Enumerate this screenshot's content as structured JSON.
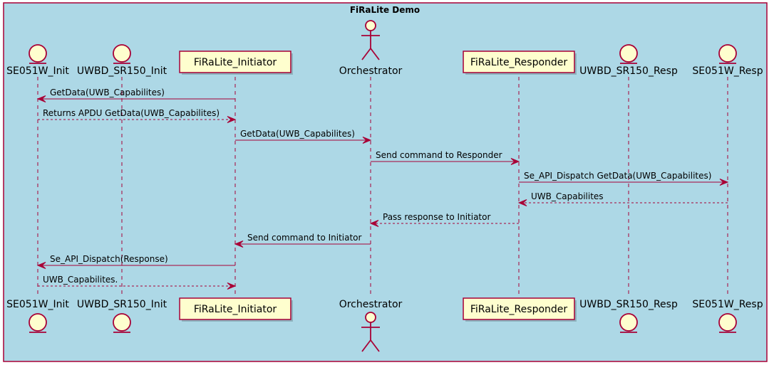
{
  "diagram": {
    "title": "FiRaLite Demo",
    "colors": {
      "frame_fill": "#ADD8E6",
      "frame_border": "#A80036",
      "line": "#A80036",
      "entity_fill": "#FEFECE",
      "text": "#000000"
    },
    "participants": [
      {
        "id": "se_init",
        "label": "SE051W_Init",
        "shape": "entity"
      },
      {
        "id": "uwbd_init",
        "label": "UWBD_SR150_Init",
        "shape": "entity"
      },
      {
        "id": "fira_init",
        "label": "FiRaLite_Initiator",
        "shape": "box"
      },
      {
        "id": "orch",
        "label": "Orchestrator",
        "shape": "actor"
      },
      {
        "id": "fira_resp",
        "label": "FiRaLite_Responder",
        "shape": "box"
      },
      {
        "id": "uwbd_resp",
        "label": "UWBD_SR150_Resp",
        "shape": "entity"
      },
      {
        "id": "se_resp",
        "label": "SE051W_Resp",
        "shape": "entity"
      }
    ],
    "messages": [
      {
        "from": "fira_init",
        "to": "se_init",
        "label": "GetData(UWB_Capabilites)",
        "style": "solid"
      },
      {
        "from": "se_init",
        "to": "fira_init",
        "label": "Returns APDU GetData(UWB_Capabilites)",
        "style": "dashed"
      },
      {
        "from": "fira_init",
        "to": "orch",
        "label": "GetData(UWB_Capabilites)",
        "style": "solid"
      },
      {
        "from": "orch",
        "to": "fira_resp",
        "label": "Send command to Responder",
        "style": "solid"
      },
      {
        "from": "fira_resp",
        "to": "se_resp",
        "label": "Se_API_Dispatch GetData(UWB_Capabilites)",
        "style": "solid"
      },
      {
        "from": "se_resp",
        "to": "fira_resp",
        "label": "UWB_Capabilites",
        "style": "dashed"
      },
      {
        "from": "fira_resp",
        "to": "orch",
        "label": "Pass response to Initiator",
        "style": "dashed"
      },
      {
        "from": "orch",
        "to": "fira_init",
        "label": "Send command to Initiator",
        "style": "solid"
      },
      {
        "from": "fira_init",
        "to": "se_init",
        "label": "Se_API_Dispatch(Response)",
        "style": "solid"
      },
      {
        "from": "se_init",
        "to": "fira_init",
        "label": "UWB_Capabilites.",
        "style": "dashed"
      }
    ]
  }
}
